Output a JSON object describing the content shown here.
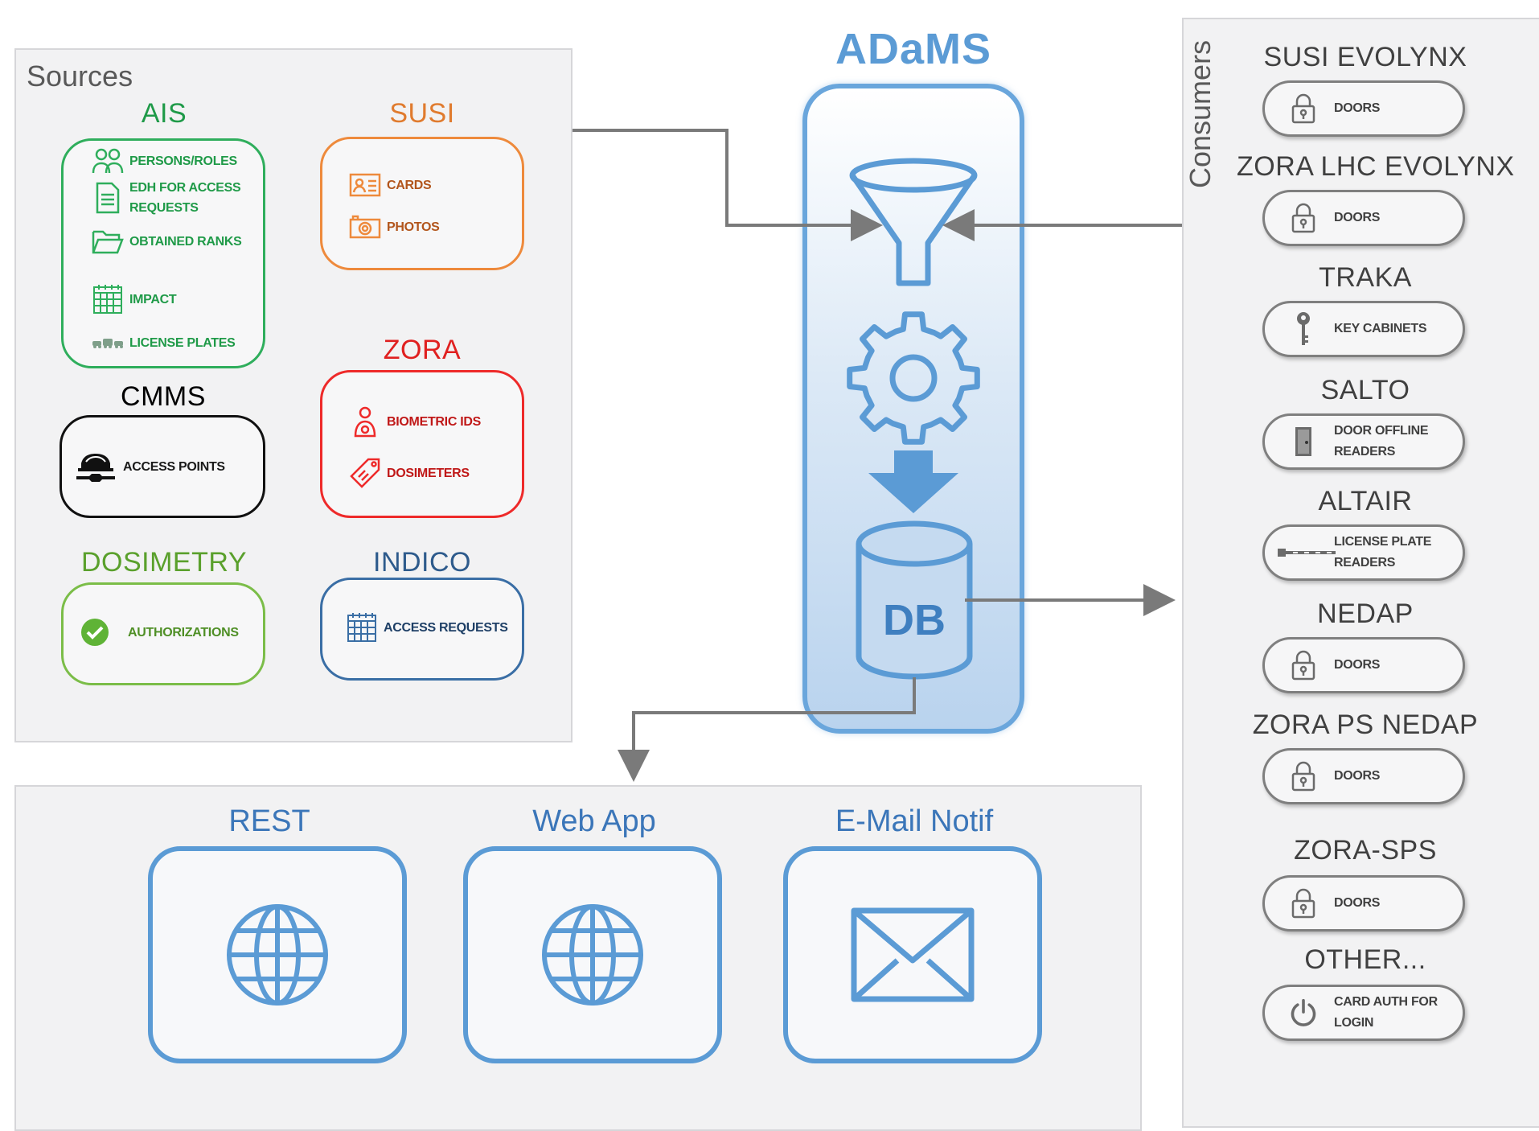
{
  "sources": {
    "title": "Sources",
    "ais": {
      "title": "AIS",
      "color": "#1f9a48",
      "items": [
        {
          "label": "PERSONS/ROLES",
          "icon": "people-icon"
        },
        {
          "label": "EDH FOR ACCESS REQUESTS",
          "icon": "document-icon"
        },
        {
          "label": "OBTAINED RANKS",
          "icon": "folder-icon"
        },
        {
          "label": "IMPACT",
          "icon": "calendar-icon"
        },
        {
          "label": "LICENSE PLATES",
          "icon": "cars-icon"
        }
      ]
    },
    "susi": {
      "title": "SUSI",
      "color": "#e07b2e",
      "items": [
        {
          "label": "CARDS",
          "icon": "id-card-icon"
        },
        {
          "label": "PHOTOS",
          "icon": "camera-icon"
        }
      ]
    },
    "cmms": {
      "title": "CMMS",
      "color": "#000000",
      "items": [
        {
          "label": "ACCESS POINTS",
          "icon": "car-repair-icon"
        }
      ]
    },
    "zora": {
      "title": "ZORA",
      "color": "#e02020",
      "items": [
        {
          "label": "BIOMETRIC IDS",
          "icon": "biometric-person-icon"
        },
        {
          "label": "DOSIMETERS",
          "icon": "tag-icon"
        }
      ]
    },
    "dosimetry": {
      "title": "DOSIMETRY",
      "color": "#5aa02c",
      "items": [
        {
          "label": "AUTHORIZATIONS",
          "icon": "check-circle-icon"
        }
      ]
    },
    "indico": {
      "title": "INDICO",
      "color": "#2e5b8c",
      "items": [
        {
          "label": "ACCESS REQUESTS",
          "icon": "calendar-icon"
        }
      ]
    }
  },
  "adams": {
    "title": "ADaMS",
    "db_label": "DB",
    "color": "#5b9bd5"
  },
  "consumers": {
    "title": "Consumers",
    "items": [
      {
        "title": "SUSI EVOLYNX",
        "label": "DOORS",
        "icon": "padlock-icon"
      },
      {
        "title": "ZORA LHC EVOLYNX",
        "label": "DOORS",
        "icon": "padlock-icon"
      },
      {
        "title": "TRAKA",
        "label": "KEY CABINETS",
        "icon": "key-icon"
      },
      {
        "title": "SALTO",
        "label": "DOOR OFFLINE READERS",
        "icon": "door-icon"
      },
      {
        "title": "ALTAIR",
        "label": "LICENSE PLATE READERS",
        "icon": "barrier-icon"
      },
      {
        "title": "NEDAP",
        "label": "DOORS",
        "icon": "padlock-icon"
      },
      {
        "title": "ZORA PS NEDAP",
        "label": "DOORS",
        "icon": "padlock-icon"
      },
      {
        "title": "ZORA-SPS",
        "label": "DOORS",
        "icon": "padlock-icon"
      },
      {
        "title": "OTHER...",
        "label": "CARD AUTH FOR LOGIN",
        "icon": "power-icon"
      }
    ]
  },
  "outputs": [
    {
      "title": "REST",
      "icon": "globe-icon"
    },
    {
      "title": "Web App",
      "icon": "globe-icon"
    },
    {
      "title": "E-Mail Notif",
      "icon": "envelope-icon"
    }
  ]
}
